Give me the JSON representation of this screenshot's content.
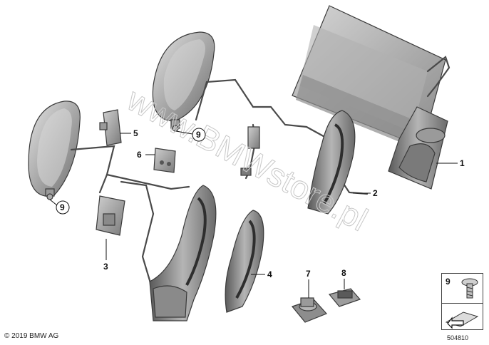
{
  "watermark": "www.BMWstore.pl",
  "copyright": "© 2019 BMW AG",
  "diagram_ref": "504810",
  "callouts": [
    {
      "id": "1",
      "label": "1"
    },
    {
      "id": "2",
      "label": "2"
    },
    {
      "id": "3",
      "label": "3"
    },
    {
      "id": "4",
      "label": "4"
    },
    {
      "id": "5",
      "label": "5"
    },
    {
      "id": "6",
      "label": "6"
    },
    {
      "id": "7",
      "label": "7"
    },
    {
      "id": "8",
      "label": "8"
    },
    {
      "id": "9a",
      "label": "9"
    },
    {
      "id": "9b",
      "label": "9"
    }
  ],
  "legend": {
    "label": "9"
  },
  "colors": {
    "part_light": "#c9c9c9",
    "part_mid": "#9a9a9a",
    "part_dark": "#5a5a5a",
    "line": "#111111"
  }
}
